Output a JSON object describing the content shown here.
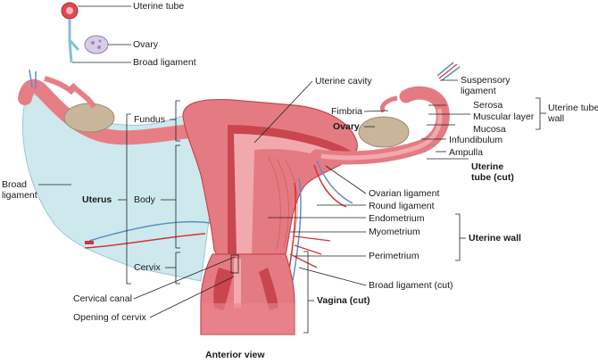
{
  "labels": {
    "uterine_tube_inset": "Uterine tube",
    "ovary_inset": "Ovary",
    "broad_ligament_inset": "Broad ligament",
    "uterine_cavity": "Uterine cavity",
    "suspensory_ligament": "Suspensory\nligament",
    "fimbria": "Fimbria",
    "ovary": "Ovary",
    "serosa": "Serosa",
    "muscular_layer": "Muscular layer",
    "mucosa": "Mucosa",
    "uterine_tube_wall": "Uterine tube\nwall",
    "infundibulum": "Infundibulum",
    "ampulla": "Ampulla",
    "uterine_tube_cut": "Uterine\ntube (cut)",
    "fundus": "Fundus",
    "body": "Body",
    "uterus": "Uterus",
    "broad_ligament": "Broad\nligament",
    "cervix": "Cervix",
    "ovarian_ligament": "Ovarian ligament",
    "round_ligament": "Round ligament",
    "endometrium": "Endometrium",
    "myometrium": "Myometrium",
    "uterine_wall": "Uterine wall",
    "perimetrium": "Perimetrium",
    "broad_ligament_cut": "Broad ligament (cut)",
    "cervical_canal": "Cervical canal",
    "opening_of_cervix": "Opening of cervix",
    "vagina_cut": "Vagina (cut)",
    "anterior_view": "Anterior view"
  },
  "colors": {
    "ligament": "#cde9ee",
    "uterus": "#e57b82",
    "uterus_dark": "#c9464f",
    "cavity": "#f2a9ae",
    "ovary": "#c8b59a",
    "artery": "#d0343a",
    "vein": "#5b8fc7",
    "leader": "#222222"
  }
}
